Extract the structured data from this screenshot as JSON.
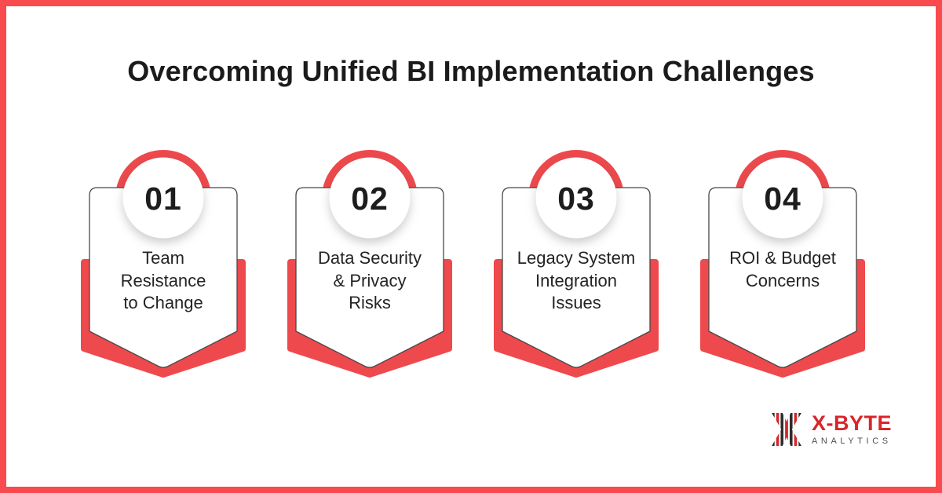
{
  "page": {
    "title": "Overcoming Unified BI Implementation Challenges",
    "background_color": "#ffffff",
    "frame_color": "#f94a4e"
  },
  "colors": {
    "accent_red": "#ee494d",
    "card_border": "#474747",
    "number_text": "#1d1d1d",
    "label_text": "#242424",
    "logo_red": "#d7262b",
    "logo_gray": "#4f4f4f"
  },
  "cards": [
    {
      "number": "01",
      "label": "Team Resistance to Change",
      "lines": [
        "Team",
        "Resistance",
        "to Change"
      ]
    },
    {
      "number": "02",
      "label": "Data Security & Privacy Risks",
      "lines": [
        "Data Security",
        "& Privacy",
        "Risks"
      ]
    },
    {
      "number": "03",
      "label": "Legacy System Integration Issues",
      "lines": [
        "Legacy System",
        "Integration",
        "Issues"
      ]
    },
    {
      "number": "04",
      "label": "ROI & Budget Concerns",
      "lines": [
        "ROI & Budget",
        "Concerns"
      ]
    }
  ],
  "logo": {
    "brand": "X-BYTE",
    "subtext": "ANALYTICS",
    "icon": "x-stripes-icon"
  }
}
